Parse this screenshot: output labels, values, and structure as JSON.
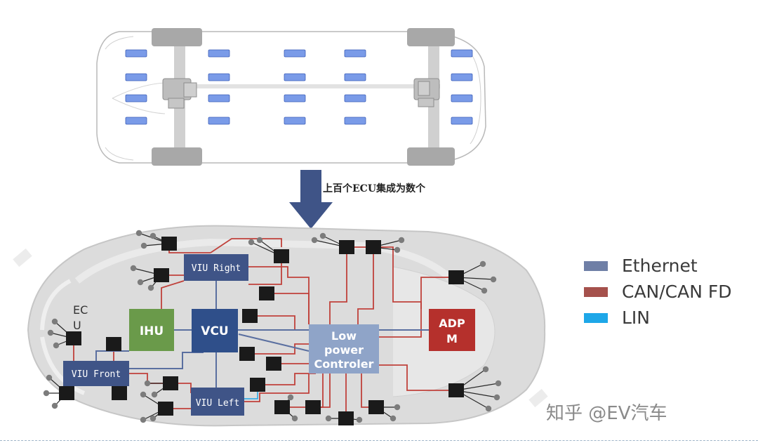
{
  "caption": "上百个ECU集成为数个",
  "controllers": {
    "viu_right": "VIU Right",
    "viu_front": "VIU Front",
    "viu_left": "VIU Left",
    "ihu": "IHU",
    "vcu": "VCU",
    "low_power": [
      "Low",
      "power",
      "Controler"
    ],
    "adpm": [
      "ADP",
      "M"
    ]
  },
  "ecu_label": [
    "EC",
    "U"
  ],
  "legend": [
    {
      "label": "Ethernet",
      "color": "#6f7fa6"
    },
    {
      "label": "CAN/CAN FD",
      "color": "#a5514c"
    },
    {
      "label": "LIN",
      "color": "#1ea7e8"
    }
  ],
  "watermark": "知乎 @EV汽车",
  "colors": {
    "ethernet": "#5a6fa0",
    "can": "#c0413b",
    "lin": "#1ea7e8",
    "ecu_box": "#1a1a1a",
    "sensor": "#7c7c7c",
    "viu_box": "#3f5487",
    "ihu_box": "#6a9a4a",
    "vcu_box": "#2f4f8a",
    "low_power_box": "#8fa4c8",
    "adpm_box": "#b5302c",
    "arrow": "#3f5487",
    "ecu_pad": "#7a9be8"
  }
}
